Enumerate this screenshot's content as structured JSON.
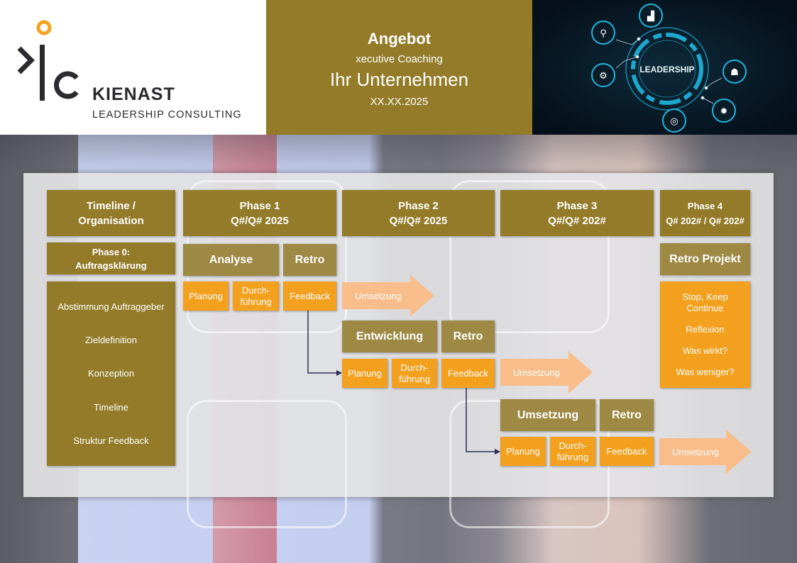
{
  "header": {
    "logo": {
      "brand": "KIENAST",
      "tagline": "LEADERSHIP CONSULTING",
      "accent_color": "#f5a31f"
    },
    "title": {
      "heading": "Angebot",
      "subtitle": "xecutive Coaching",
      "company": "Ihr Unternehmen",
      "date": "XX.XX.2025"
    },
    "image": {
      "center_label": "LEADERSHIP",
      "icons": [
        "search-icon",
        "growth-chart-icon",
        "gears-icon",
        "person-icon",
        "lightbulb-icon",
        "target-icon"
      ]
    }
  },
  "colors": {
    "brand_gold": "#937b29",
    "sub_gold": "#9e8944",
    "orange": "#f2a01e",
    "light_orange": "#f8bd8a",
    "connector": "#2d2c5a"
  },
  "timeline": {
    "org_header": {
      "line1": "Timeline /",
      "line2": "Organisation"
    },
    "phase0": {
      "title_line1": "Phase 0:",
      "title_line2": "Auftragsklärung",
      "items": [
        "Abstimmung Auftraggeber",
        "Zieldefinition",
        "Konzeption",
        "Timeline",
        "Struktur Feedback"
      ]
    },
    "phases": [
      {
        "name": "Phase 1",
        "period": "Q#/Q# 2025"
      },
      {
        "name": "Phase 2",
        "period": "Q#/Q# 2025"
      },
      {
        "name": "Phase 3",
        "period": "Q#/Q# 202#"
      },
      {
        "name": "Phase 4",
        "period": "Q# 202# / Q# 202#"
      }
    ],
    "stages": [
      {
        "title": "Analyse",
        "retro": "Retro",
        "steps": [
          "Planung",
          "Durch-",
          "führung",
          "Feedback"
        ],
        "next": "Umsetzung"
      },
      {
        "title": "Entwicklung",
        "retro": "Retro",
        "steps": [
          "Planung",
          "Durch-",
          "führung",
          "Feedback"
        ],
        "next": "Umsetzung"
      },
      {
        "title": "Umsetzung",
        "retro": "Retro",
        "steps": [
          "Planung",
          "Durch-",
          "führung",
          "Feedback"
        ],
        "next": "Umsetzung"
      }
    ],
    "retro_project": {
      "title": "Retro Projekt",
      "items": [
        "Stop, Keep",
        "Continue",
        "Reflexion",
        "Was wirkt?",
        "Was weniger?"
      ]
    }
  }
}
